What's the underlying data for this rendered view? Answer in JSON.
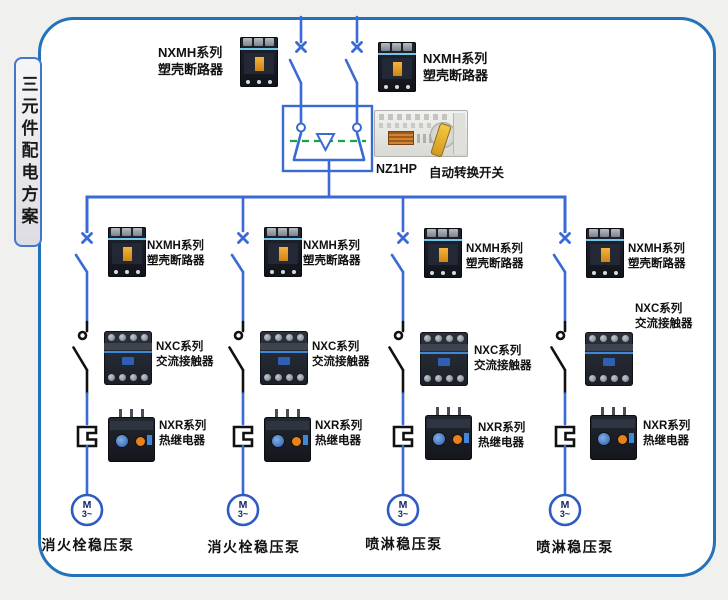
{
  "title_tab": {
    "text": "三元件配电方案"
  },
  "colors": {
    "line_blue": "#3a6ad4",
    "frame_blue": "#2273b9",
    "dash_green": "#19a24a",
    "symbol_black": "#111111"
  },
  "incoming": {
    "left_breaker_label": {
      "line1": "NXMH系列",
      "line2": "塑壳断路器"
    },
    "right_breaker_label": {
      "line1": "NXMH系列",
      "line2": "塑壳断路器"
    },
    "ats": {
      "model": "NZ1HP",
      "label": "自动转换开关"
    }
  },
  "branches": [
    {
      "breaker_label": {
        "line1": "NXMH系列",
        "line2": "塑壳断路器"
      },
      "contactor_label": {
        "line1": "NXC系列",
        "line2": "交流接触器"
      },
      "relay_label": {
        "line1": "NXR系列",
        "line2": "热继电器"
      },
      "motor": {
        "letter": "M",
        "phase": "3~"
      },
      "load_label": "消火栓稳压泵"
    },
    {
      "breaker_label": {
        "line1": "NXMH系列",
        "line2": "塑壳断路器"
      },
      "contactor_label": {
        "line1": "NXC系列",
        "line2": "交流接触器"
      },
      "relay_label": {
        "line1": "NXR系列",
        "line2": "热继电器"
      },
      "motor": {
        "letter": "M",
        "phase": "3~"
      },
      "load_label": "消火栓稳压泵"
    },
    {
      "breaker_label": {
        "line1": "NXMH系列",
        "line2": "塑壳断路器"
      },
      "contactor_label": {
        "line1": "NXC系列",
        "line2": "交流接触器"
      },
      "relay_label": {
        "line1": "NXR系列",
        "line2": "热继电器"
      },
      "motor": {
        "letter": "M",
        "phase": "3~"
      },
      "load_label": "喷淋稳压泵"
    },
    {
      "breaker_label": {
        "line1": "NXMH系列",
        "line2": "塑壳断路器"
      },
      "contactor_label": {
        "line1": "NXC系列",
        "line2": "交流接触器"
      },
      "relay_label": {
        "line1": "NXR系列",
        "line2": "热继电器"
      },
      "motor": {
        "letter": "M",
        "phase": "3~"
      },
      "load_label": "喷淋稳压泵"
    }
  ]
}
